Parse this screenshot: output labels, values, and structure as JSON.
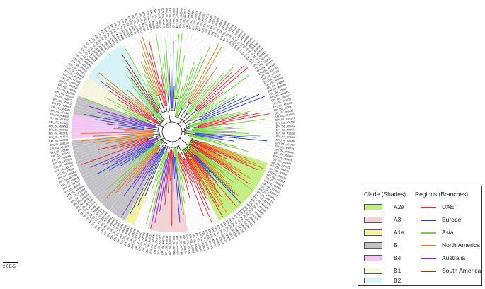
{
  "legend": {
    "clade_heading": "Clade (Shades)",
    "region_heading": "Regions (Branches)",
    "clades": [
      {
        "label": "A2a",
        "color": "#c3ef7e"
      },
      {
        "label": "A3",
        "color": "#f4d2d4"
      },
      {
        "label": "A1a",
        "color": "#f7f39a"
      },
      {
        "label": "B",
        "color": "#c2c2c6"
      },
      {
        "label": "B4",
        "color": "#f4c5f4"
      },
      {
        "label": "B1",
        "color": "#f5f7de"
      },
      {
        "label": "B2",
        "color": "#d6f5f8"
      }
    ],
    "regions": [
      {
        "label": "UAE",
        "color": "#e8242d"
      },
      {
        "label": "Europe",
        "color": "#2b3bd6"
      },
      {
        "label": "Asia",
        "color": "#6fd33b"
      },
      {
        "label": "North America",
        "color": "#e0781e"
      },
      {
        "label": "Australia",
        "color": "#7a2ad6"
      },
      {
        "label": "South America",
        "color": "#8a3a12"
      }
    ]
  },
  "scale_bar": {
    "label": "2.0E-5"
  },
  "tips_prefix": "EPI_ISL_"
}
